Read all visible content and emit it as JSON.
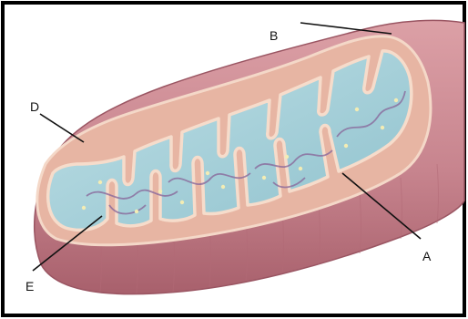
{
  "labels": {
    "a": "A",
    "b": "B",
    "d": "D",
    "e": "E"
  },
  "colors": {
    "outer_membrane": "#c9848e",
    "outer_membrane_dark": "#a65a68",
    "intermembrane_space": "#e7b5a3",
    "inner_membrane": "#f6dccb",
    "matrix": "#a9d3dc",
    "dna_strand": "#8a6a9c",
    "granules": "#f3ecb4",
    "frame": "#000000"
  },
  "icons": {
    "main": "mitochondrion-illustration"
  }
}
